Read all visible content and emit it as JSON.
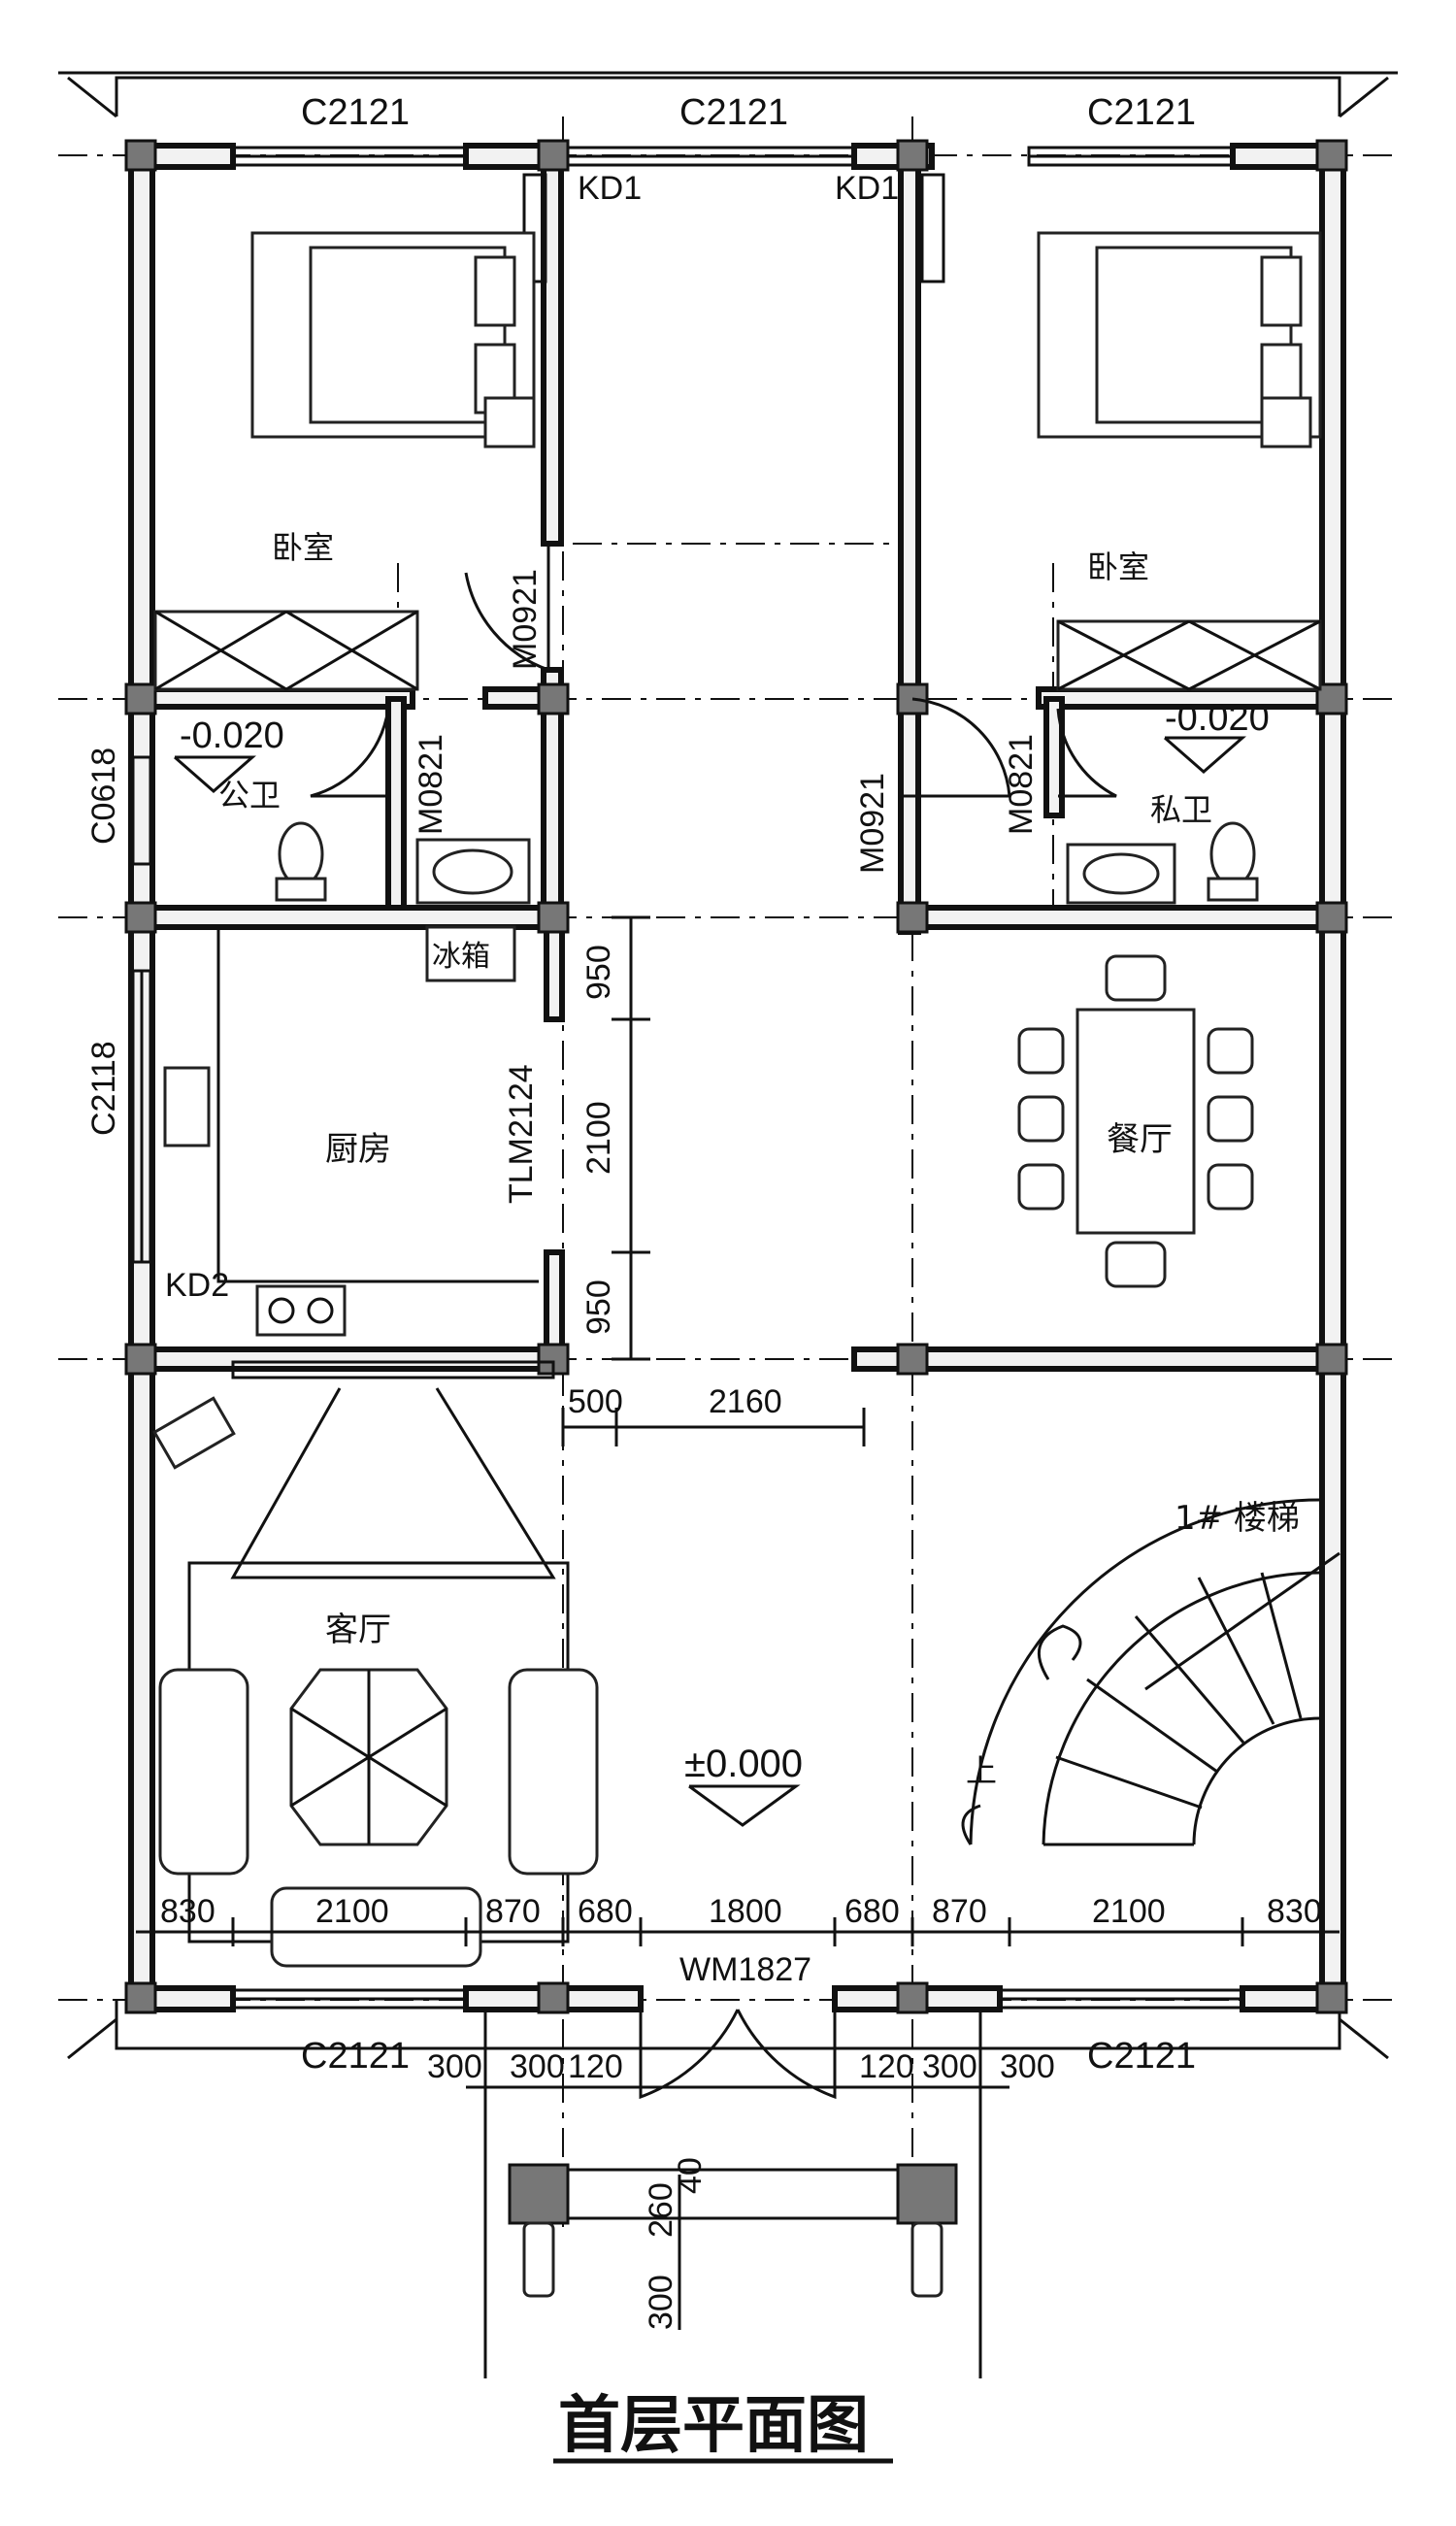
{
  "plan": {
    "title": "首层平面图",
    "windows": {
      "top_left": "C2121",
      "top_center": "C2121",
      "top_right": "C2121",
      "left_small": "C0618",
      "left_kitchen": "C2118",
      "bottom_left": "C2121",
      "bottom_right": "C2121"
    },
    "doors": {
      "kd1_left": "KD1",
      "kd1_right": "KD1",
      "kd2": "KD2",
      "m0921_left": "M0921",
      "m0921_right": "M0921",
      "m0821_left": "M0821",
      "m0821_right": "M0821",
      "tlm2124": "TLM2124",
      "wm1827": "WM1827"
    },
    "rooms": {
      "bedroom_left": "卧室",
      "bedroom_right": "卧室",
      "public_bath": "公卫",
      "private_bath": "私卫",
      "kitchen": "厨房",
      "fridge": "冰箱",
      "dining": "餐厅",
      "living": "客厅",
      "stair": "1# 楼梯",
      "stair_up": "上"
    },
    "levels": {
      "bath_left": "-0.020",
      "bath_right": "-0.020",
      "ground": "±0.000"
    },
    "dimensions": {
      "kitchen_door_top": "950",
      "kitchen_door_mid": "2100",
      "kitchen_door_bottom": "950",
      "living_500": "500",
      "living_2160": "2160",
      "bottom_830_left": "830",
      "bottom_2100_left": "2100",
      "bottom_870_left": "870",
      "bottom_680_left": "680",
      "bottom_1800": "1800",
      "bottom_680_right": "680",
      "bottom_870_right": "870",
      "bottom_2100_right": "2100",
      "bottom_830_right": "830",
      "porch_300_a": "300",
      "porch_300_b": "300",
      "porch_120_left": "120",
      "porch_120_right": "120",
      "porch_300_c": "300",
      "porch_300_d": "300",
      "porch_260": "260",
      "porch_40": "40",
      "porch_300_e": "300"
    }
  }
}
